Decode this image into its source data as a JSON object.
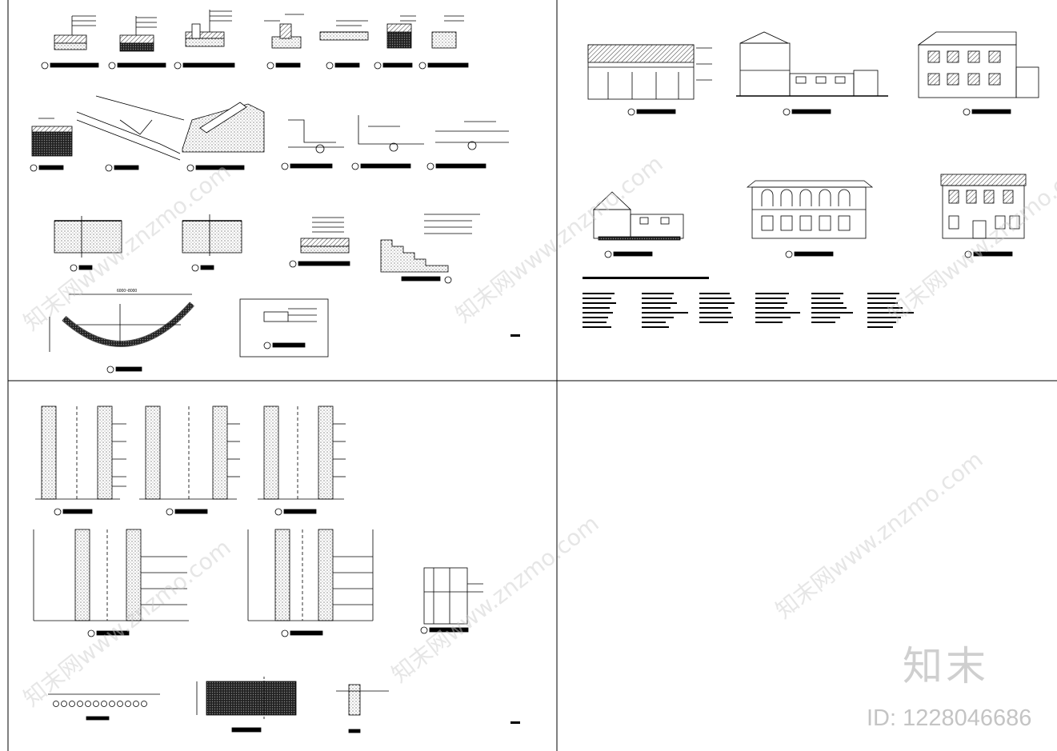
{
  "brand": {
    "logo_text": "知末",
    "id_label": "ID: 1228046686",
    "watermark": "知末网www.znzmo.com"
  },
  "colors": {
    "line": "#000000",
    "watermark": "#c8c8c8",
    "background": "#ffffff"
  },
  "dimensions": {
    "arch_span": "6000~8000"
  }
}
